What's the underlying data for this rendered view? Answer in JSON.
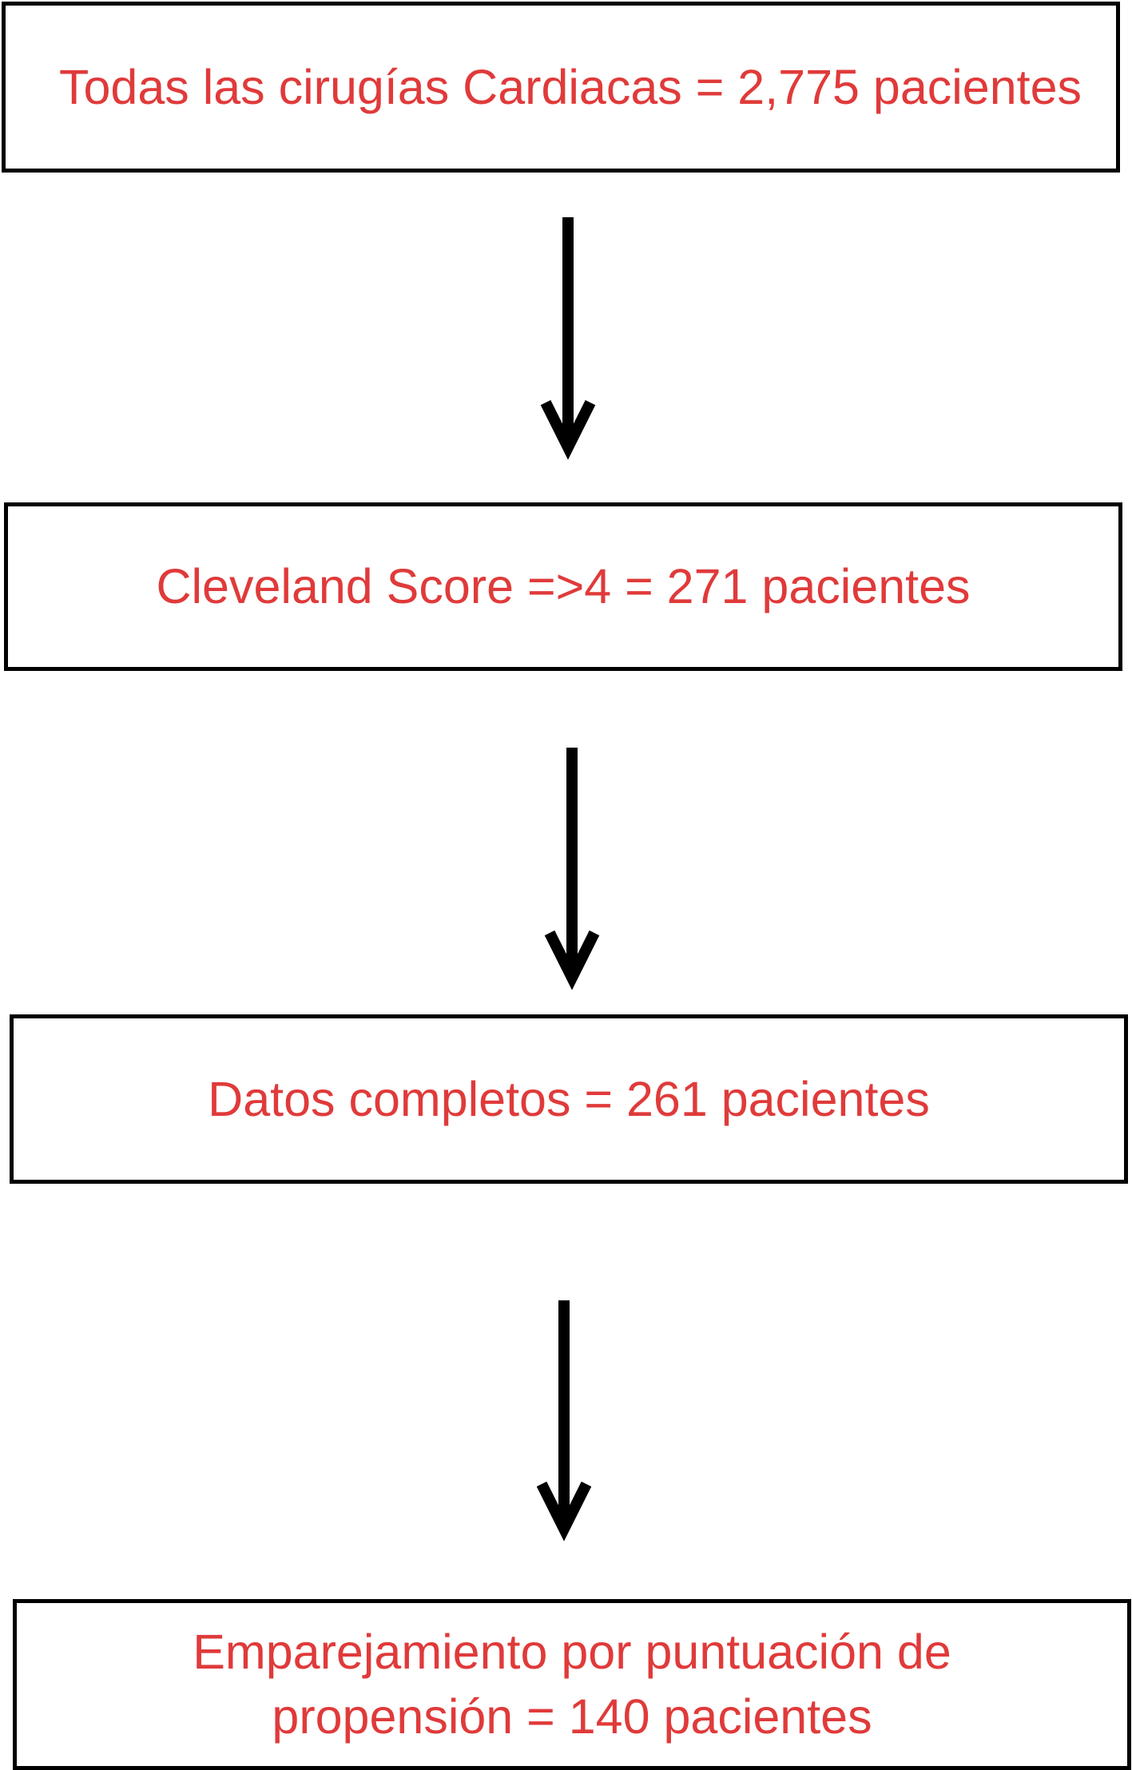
{
  "flowchart": {
    "steps": [
      {
        "lines": [
          "Todas las cirugías Cardiacas = 2,775 pacientes"
        ]
      },
      {
        "lines": [
          "Cleveland Score =>4 = 271 pacientes"
        ]
      },
      {
        "lines": [
          "Datos completos = 261 pacientes"
        ]
      },
      {
        "lines": [
          "Emparejamiento por puntuación de",
          "propensión = 140 pacientes"
        ]
      }
    ],
    "colors": {
      "text": "#e03a3a",
      "border": "#000000",
      "arrow": "#000000"
    }
  }
}
